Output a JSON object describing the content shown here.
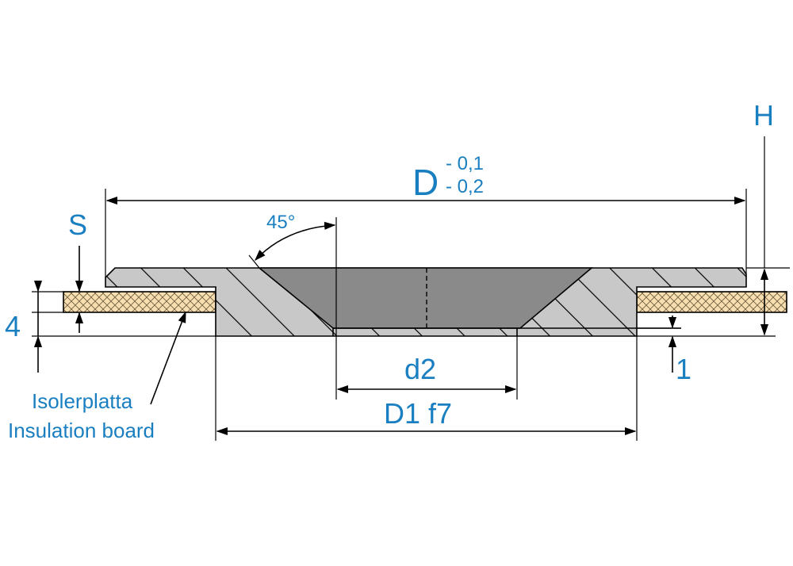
{
  "labels": {
    "d_main": "D",
    "d_tol_upper": "- 0,1",
    "d_tol_lower": "- 0,2",
    "h": "H",
    "s": "S",
    "angle": "45°",
    "four": "4",
    "one": "1",
    "d2": "d2",
    "d1": "D1 f7",
    "board_sv": "Isolerplatta",
    "board_en": "Insulation board"
  },
  "colors": {
    "label": "#1a7fc1",
    "body_gray": "#c8c8c8",
    "bore_gray": "#8a8a8a",
    "board_fill": "#f7deb0"
  }
}
